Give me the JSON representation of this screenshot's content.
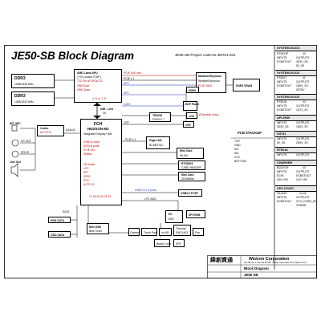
{
  "title": "JE50-SB Block  Diagram",
  "project_code": "JE50-SB Project code:91.4M701.001",
  "memory": [
    {
      "name": "DDR3",
      "speed": "1066/1333 MHz"
    },
    {
      "name": "DDR3",
      "speed": "1066/1333 MHz"
    }
  ],
  "cpu": {
    "name": "AMD Llano APU",
    "lines": [
      "( FS1 socket 478P )",
      "722-Pin uFCPGA722",
      "35W Dual",
      "45W Quad"
    ],
    "pins": "4, 5, 6, 7, 8"
  },
  "umi": {
    "label": "UMI - Link",
    "speed": "4X"
  },
  "pch": {
    "name": "FCH",
    "model": "HUDSON-M3",
    "sub": "Integrated Display HUB",
    "features": [
      "USB 14 ports",
      "SATA 6 ports",
      "PCIE 4x1",
      "SMBus",
      "HD Audio",
      "LPC",
      "SPI",
      "GPIO",
      "RTC",
      "ACPI 3.0"
    ],
    "pins": "17,18,19,20,21,22"
  },
  "buses": {
    "pcie_x16": "PCIE x16 Link",
    "pcie_x1": "PCIE x 1",
    "dp": "DP2",
    "hdmi_bus": "DP1",
    "lvds": "LVDS",
    "crt": "CRT",
    "pcie_lan": "PCIE x 1",
    "usb_ports": "USB 2.0 x 4 ports",
    "azalia": "AZALIA",
    "sata": "SATA",
    "lpc": "LPC BUS",
    "spi": "SPI",
    "usb20": "USB 2.0"
  },
  "vga": {
    "name": "Madison/Seymour",
    "lines": [
      "Whistler/Seymour",
      "PCIE Gen2"
    ],
    "mem": "DDR3 VRAM"
  },
  "outputs": [
    {
      "label": "HDMI",
      "pin": "39"
    },
    {
      "label": "EDP Panel",
      "pin": "36"
    },
    {
      "label": "LCD",
      "pin": "36"
    },
    {
      "label": "CRT",
      "pin": "38"
    }
  ],
  "translator": {
    "name": "TRAVIS",
    "sub": "PS8101 ?"
  },
  "discrete_only": "(Discrete only)",
  "codec": {
    "name": "Codec",
    "model": "ALC271X",
    "pin": "27"
  },
  "audio_jacks": [
    "INT_MIC",
    "HP-OUT",
    "SPK-R",
    "Line Out"
  ],
  "lan": {
    "name": "LAN",
    "lines": [
      "Giga LAN",
      "BCM57781"
    ],
    "pin": "30"
  },
  "wlan": {
    "name": "MiniPCIE",
    "lines": [
      "Mini Card",
      "WLAN"
    ],
    "pin": "31"
  },
  "card_reader": {
    "name": "Card Reader",
    "lines": [
      "RTS5209",
      "CARD READER"
    ]
  },
  "minicard": {
    "name": "Mini Card",
    "lines": [
      "3G/WiMax"
    ],
    "pin": "32"
  },
  "usb_board": {
    "name": "USB3.0 PORT",
    "lines": [
      "USB 2.0 x2"
    ]
  },
  "ec": {
    "name": "EC",
    "lines": [
      "KBC"
    ],
    "pin": "35"
  },
  "ec_devices": [
    {
      "name": "Touch Pad"
    },
    {
      "name": "Int KB"
    },
    {
      "name": "Thermal",
      "sub": "EMC1402"
    },
    {
      "name": "Fan"
    }
  ],
  "spi_rom": {
    "name": "SPI ROM"
  },
  "storage": [
    {
      "name": "HDD SATA",
      "pin": "33"
    },
    {
      "name": "ODD SATA",
      "pin": "33"
    },
    {
      "name": "Mini USB",
      "sub": "Blue Tooth"
    },
    {
      "name": "Camera"
    },
    {
      "name": "Board Conn"
    },
    {
      "name": "SPK"
    }
  ],
  "pcb_stackup": {
    "title": "PCB STACKUP",
    "layers": [
      "TOP",
      "GND",
      "IN1",
      "IN2",
      "VCC",
      "BOTTOM"
    ]
  },
  "right_panel": {
    "sections": [
      {
        "title": "SYSTEM DC/DC",
        "rows": [
          [
            "RT8223P",
            "40"
          ],
          [
            "INPUTS",
            "OUTPUTS"
          ],
          [
            "DCBATOUT",
            "3D3V_S5"
          ],
          [
            "",
            "5V_S5"
          ]
        ]
      },
      {
        "title": "SYSTEM DC/DC",
        "rows": [
          [
            "RT8207",
            "41"
          ],
          [
            "INPUTS",
            "OUTPUTS"
          ],
          [
            "DCBATOUT",
            "1D5V_S3"
          ],
          [
            "",
            "0D75V"
          ]
        ]
      },
      {
        "title": "SYSTEM DC/DC",
        "rows": [
          [
            "RT8218",
            "42"
          ],
          [
            "INPUTS",
            "OUTPUTS"
          ],
          [
            "DCBATOUT",
            "1D1V_S0"
          ]
        ]
      },
      {
        "title": "APL5930",
        "rows": [
          [
            "INPUTS",
            "OUTPUTS"
          ],
          [
            "3D3V_S5",
            "1D8V_S0"
          ]
        ]
      },
      {
        "title": "G9731",
        "rows": [
          [
            "INPUTS",
            "OUTPUTS"
          ],
          [
            "5V_S5",
            "2D5V_S0"
          ]
        ]
      },
      {
        "title": "RT9018",
        "rows": [
          [
            "INPUTS",
            "OUTPUTS"
          ]
        ]
      },
      {
        "title": "CHARGER",
        "rows": [
          [
            "BQ24745",
            "43"
          ],
          [
            "INPUTS",
            "OUTPUTS"
          ],
          [
            "DCIN",
            "DCBATOUT"
          ],
          [
            "18V~20V",
            "12V~19V"
          ]
        ]
      },
      {
        "title": "CPU DC/DC",
        "rows": [
          [
            "ISL6267",
            "44,45"
          ],
          [
            "INPUTS",
            "OUTPUTS"
          ],
          [
            "DCBATOUT",
            "VCC_CORE_S0"
          ],
          [
            "",
            "VDDNB"
          ]
        ]
      }
    ]
  },
  "title_block": {
    "chinese": "緯創資通",
    "company": "Wistron Corporation",
    "address": "21F, 88, Sec.1, Hsin Tai Wu Rd., Hsichih, Taipei Hsien 221, Taiwan, R.O.C.",
    "doc_title": "Block Diagram",
    "model": "JE50 SB"
  }
}
